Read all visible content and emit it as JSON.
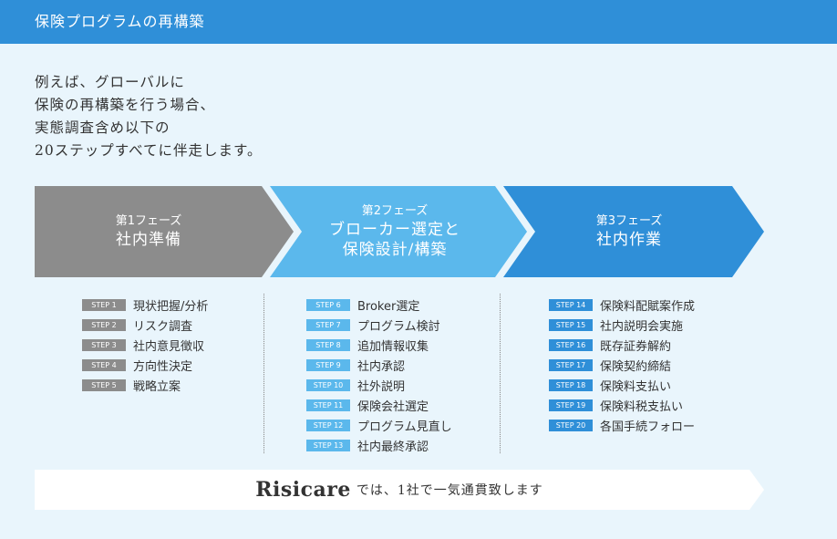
{
  "header": {
    "title": "保険プログラムの再構築"
  },
  "intro": {
    "lines": [
      "例えば、グローバルに",
      "保険の再構築を行う場合、",
      "実態調査含め以下の",
      "20ステップすべてに伴走します。"
    ]
  },
  "colors": {
    "header": "#2f8fd8",
    "phase1": "#8c8c8c",
    "phase2": "#5bb8ec",
    "phase3": "#2f8fd8",
    "background": "#e9f5fc"
  },
  "phases": [
    {
      "label": "第1フェーズ",
      "title_lines": [
        "社内準備"
      ],
      "steps": [
        {
          "badge": "STEP 1",
          "text": "現状把握/分析"
        },
        {
          "badge": "STEP 2",
          "text": "リスク調査"
        },
        {
          "badge": "STEP 3",
          "text": "社内意見徴収"
        },
        {
          "badge": "STEP 4",
          "text": "方向性決定"
        },
        {
          "badge": "STEP 5",
          "text": "戦略立案"
        }
      ]
    },
    {
      "label": "第2フェーズ",
      "title_lines": [
        "ブローカー選定と",
        "保険設計/構築"
      ],
      "steps": [
        {
          "badge": "STEP 6",
          "text": "Broker選定"
        },
        {
          "badge": "STEP 7",
          "text": "プログラム検討"
        },
        {
          "badge": "STEP 8",
          "text": "追加情報収集"
        },
        {
          "badge": "STEP 9",
          "text": "社内承認"
        },
        {
          "badge": "STEP 10",
          "text": "社外説明"
        },
        {
          "badge": "STEP 11",
          "text": "保険会社選定"
        },
        {
          "badge": "STEP 12",
          "text": "プログラム見直し"
        },
        {
          "badge": "STEP 13",
          "text": "社内最終承認"
        }
      ]
    },
    {
      "label": "第3フェーズ",
      "title_lines": [
        "社内作業"
      ],
      "steps": [
        {
          "badge": "STEP 14",
          "text": "保険料配賦案作成"
        },
        {
          "badge": "STEP 15",
          "text": "社内説明会実施"
        },
        {
          "badge": "STEP 16",
          "text": "既存証券解約"
        },
        {
          "badge": "STEP 17",
          "text": "保険契約締結"
        },
        {
          "badge": "STEP 18",
          "text": "保険料支払い"
        },
        {
          "badge": "STEP 19",
          "text": "保険料税支払い"
        },
        {
          "badge": "STEP 20",
          "text": "各国手続フォロー"
        }
      ]
    }
  ],
  "footer": {
    "brand": "Risicare",
    "tagline": "では、1社で一気通貫致します"
  }
}
